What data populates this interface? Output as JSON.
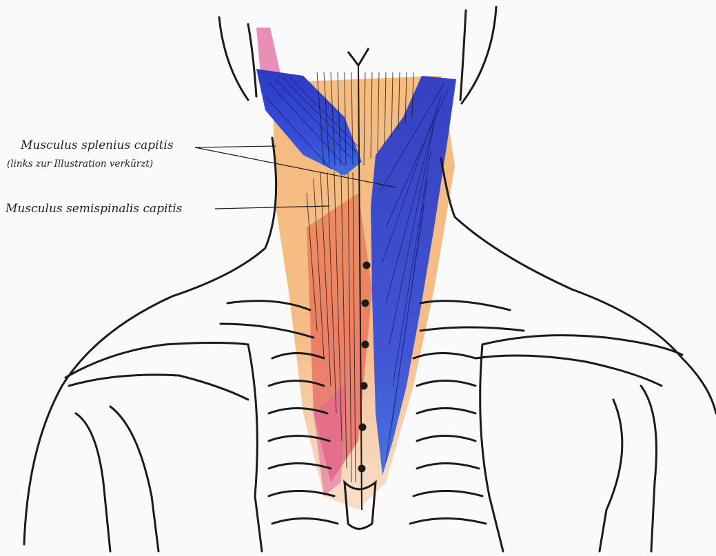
{
  "labels": {
    "splenius": "Musculus splenius capitis",
    "splenius_note": "(links zur Illustration verkürzt)",
    "semispinalis": "Musculus semispinalis capitis"
  },
  "colors": {
    "background": "#fbfafb",
    "outline": "#1b1b1b",
    "splenius_blue": "#2f3fc8",
    "semispinalis_orange": "#f2a85a",
    "semispinalis_red": "#e2553f",
    "pink_accent": "#e0609a"
  }
}
